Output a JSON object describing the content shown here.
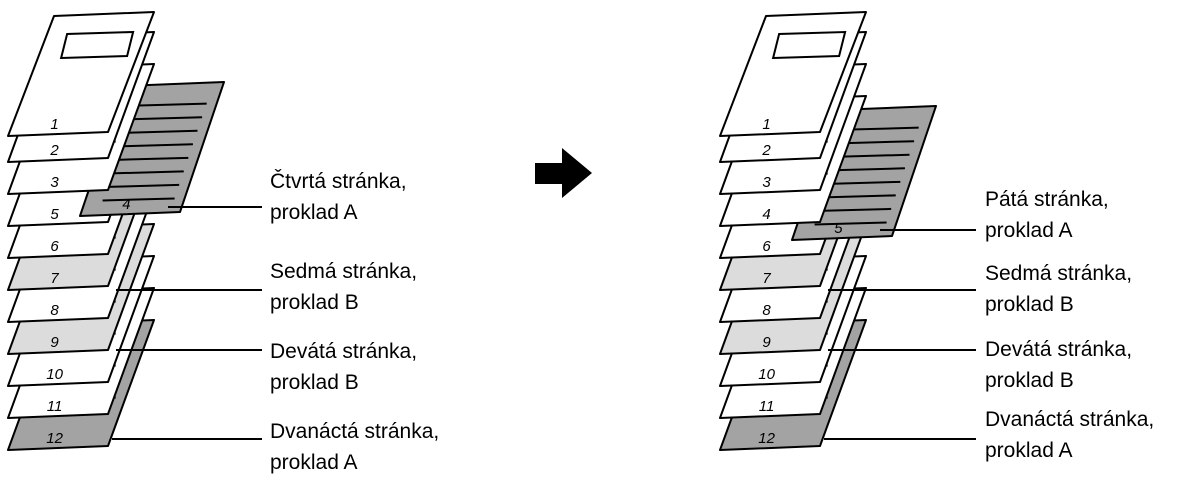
{
  "left": {
    "pages": [
      {
        "num": "1",
        "shade": "white"
      },
      {
        "num": "2",
        "shade": "white"
      },
      {
        "num": "3",
        "shade": "white"
      },
      {
        "num": "4",
        "shade": "dark",
        "insert": true
      },
      {
        "num": "5",
        "shade": "white"
      },
      {
        "num": "6",
        "shade": "white"
      },
      {
        "num": "7",
        "shade": "light"
      },
      {
        "num": "8",
        "shade": "white"
      },
      {
        "num": "9",
        "shade": "light"
      },
      {
        "num": "10",
        "shade": "white"
      },
      {
        "num": "11",
        "shade": "white"
      },
      {
        "num": "12",
        "shade": "dark"
      }
    ],
    "labels": [
      {
        "line1": "Čtvrtá stránka,",
        "line2": "proklad A"
      },
      {
        "line1": "Sedmá stránka,",
        "line2": "proklad B"
      },
      {
        "line1": "Devátá stránka,",
        "line2": "proklad B"
      },
      {
        "line1": "Dvanáctá stránka,",
        "line2": "proklad A"
      }
    ]
  },
  "right": {
    "pages": [
      {
        "num": "1",
        "shade": "white"
      },
      {
        "num": "2",
        "shade": "white"
      },
      {
        "num": "3",
        "shade": "white"
      },
      {
        "num": "4",
        "shade": "white"
      },
      {
        "num": "5",
        "shade": "dark",
        "insert": true
      },
      {
        "num": "6",
        "shade": "white"
      },
      {
        "num": "7",
        "shade": "light"
      },
      {
        "num": "8",
        "shade": "white"
      },
      {
        "num": "9",
        "shade": "light"
      },
      {
        "num": "10",
        "shade": "white"
      },
      {
        "num": "11",
        "shade": "white"
      },
      {
        "num": "12",
        "shade": "dark"
      }
    ],
    "labels": [
      {
        "line1": "Pátá stránka,",
        "line2": "proklad A"
      },
      {
        "line1": "Sedmá stránka,",
        "line2": "proklad B"
      },
      {
        "line1": "Devátá stránka,",
        "line2": "proklad B"
      },
      {
        "line1": "Dvanáctá stránka,",
        "line2": "proklad A"
      }
    ]
  },
  "colors": {
    "white": "#ffffff",
    "light": "#dcdcdc",
    "dark": "#a3a3a3",
    "stroke": "#000000"
  }
}
